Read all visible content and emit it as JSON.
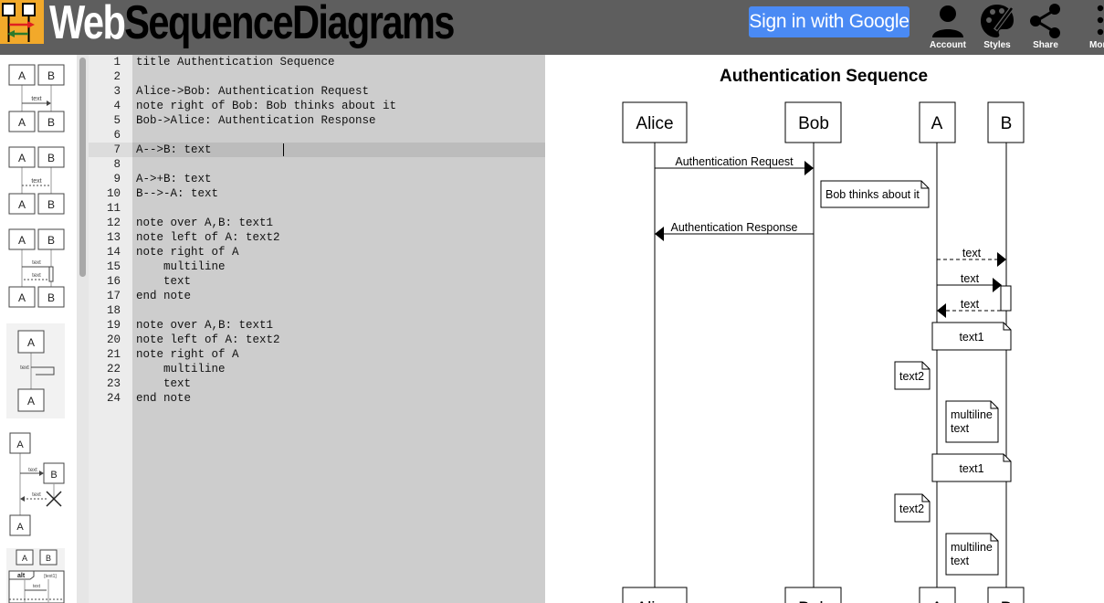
{
  "header": {
    "brand_part1": "Web",
    "brand_part2": "SequenceDiagrams",
    "signin_label": "Sign in with Google",
    "buttons": [
      {
        "label": "Account",
        "icon": "account-icon"
      },
      {
        "label": "Styles",
        "icon": "palette-icon"
      },
      {
        "label": "Share",
        "icon": "share-icon"
      },
      {
        "label": "More",
        "icon": "more-vertical-icon"
      }
    ]
  },
  "thumbnails": {
    "participant_a": "A",
    "participant_b": "B",
    "message_label": "text",
    "alt_label": "alt",
    "guard_label": "[text1]"
  },
  "editor": {
    "active_line": 7,
    "lines": [
      {
        "n": "1",
        "text": "title Authentication Sequence"
      },
      {
        "n": "2",
        "text": ""
      },
      {
        "n": "3",
        "text": "Alice->Bob: Authentication Request"
      },
      {
        "n": "4",
        "text": "note right of Bob: Bob thinks about it"
      },
      {
        "n": "5",
        "text": "Bob->Alice: Authentication Response"
      },
      {
        "n": "6",
        "text": ""
      },
      {
        "n": "7",
        "text": "A-->B: text"
      },
      {
        "n": "8",
        "text": ""
      },
      {
        "n": "9",
        "text": "A->+B: text"
      },
      {
        "n": "10",
        "text": "B-->-A: text"
      },
      {
        "n": "11",
        "text": ""
      },
      {
        "n": "12",
        "text": "note over A,B: text1"
      },
      {
        "n": "13",
        "text": "note left of A: text2"
      },
      {
        "n": "14",
        "text": "note right of A"
      },
      {
        "n": "15",
        "text": "    multiline"
      },
      {
        "n": "16",
        "text": "    text"
      },
      {
        "n": "17",
        "text": "end note"
      },
      {
        "n": "18",
        "text": ""
      },
      {
        "n": "19",
        "text": "note over A,B: text1"
      },
      {
        "n": "20",
        "text": "note left of A: text2"
      },
      {
        "n": "21",
        "text": "note right of A"
      },
      {
        "n": "22",
        "text": "    multiline"
      },
      {
        "n": "23",
        "text": "    text"
      },
      {
        "n": "24",
        "text": "end note"
      }
    ]
  },
  "diagram": {
    "title": "Authentication Sequence",
    "participants": [
      "Alice",
      "Bob",
      "A",
      "B"
    ],
    "messages": [
      {
        "from": "Alice",
        "to": "Bob",
        "label": "Authentication Request",
        "style": "solid"
      },
      {
        "from": "Bob",
        "to": "Alice",
        "label": "Authentication Response",
        "style": "solid"
      },
      {
        "from": "A",
        "to": "B",
        "label": "text",
        "style": "dashed"
      },
      {
        "from": "A",
        "to": "B",
        "label": "text",
        "style": "solid"
      },
      {
        "from": "B",
        "to": "A",
        "label": "text",
        "style": "dashed"
      }
    ],
    "notes": [
      {
        "text": "Bob thinks about it"
      },
      {
        "text": "text1"
      },
      {
        "text": "text2"
      },
      {
        "text": "multiline\ntext"
      },
      {
        "text": "text1"
      },
      {
        "text": "text2"
      },
      {
        "text": "multiline\ntext"
      }
    ]
  },
  "colors": {
    "header_bg": "#5e5e5e",
    "signin_bg": "#4a8af4",
    "editor_bg": "#cdcdcd",
    "gutter_bg": "#ececec"
  }
}
